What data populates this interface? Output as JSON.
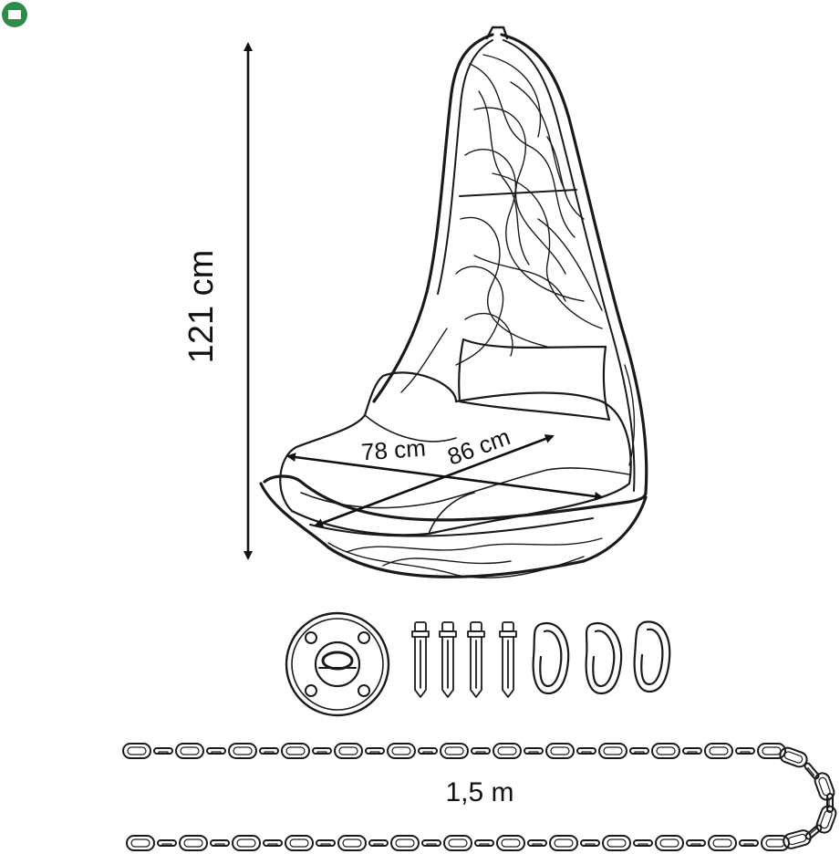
{
  "dimensions": {
    "height": "121 cm",
    "depth": "78 cm",
    "width": "86 cm",
    "chain_length": "1,5 m"
  },
  "parts": {
    "ceiling_mount": "ceiling-mount-plate",
    "anchor_bolts_count": 4,
    "carabiners_count": 3
  },
  "colors": {
    "ink": "#1a1a1a",
    "badge": "#2e8b4a"
  }
}
